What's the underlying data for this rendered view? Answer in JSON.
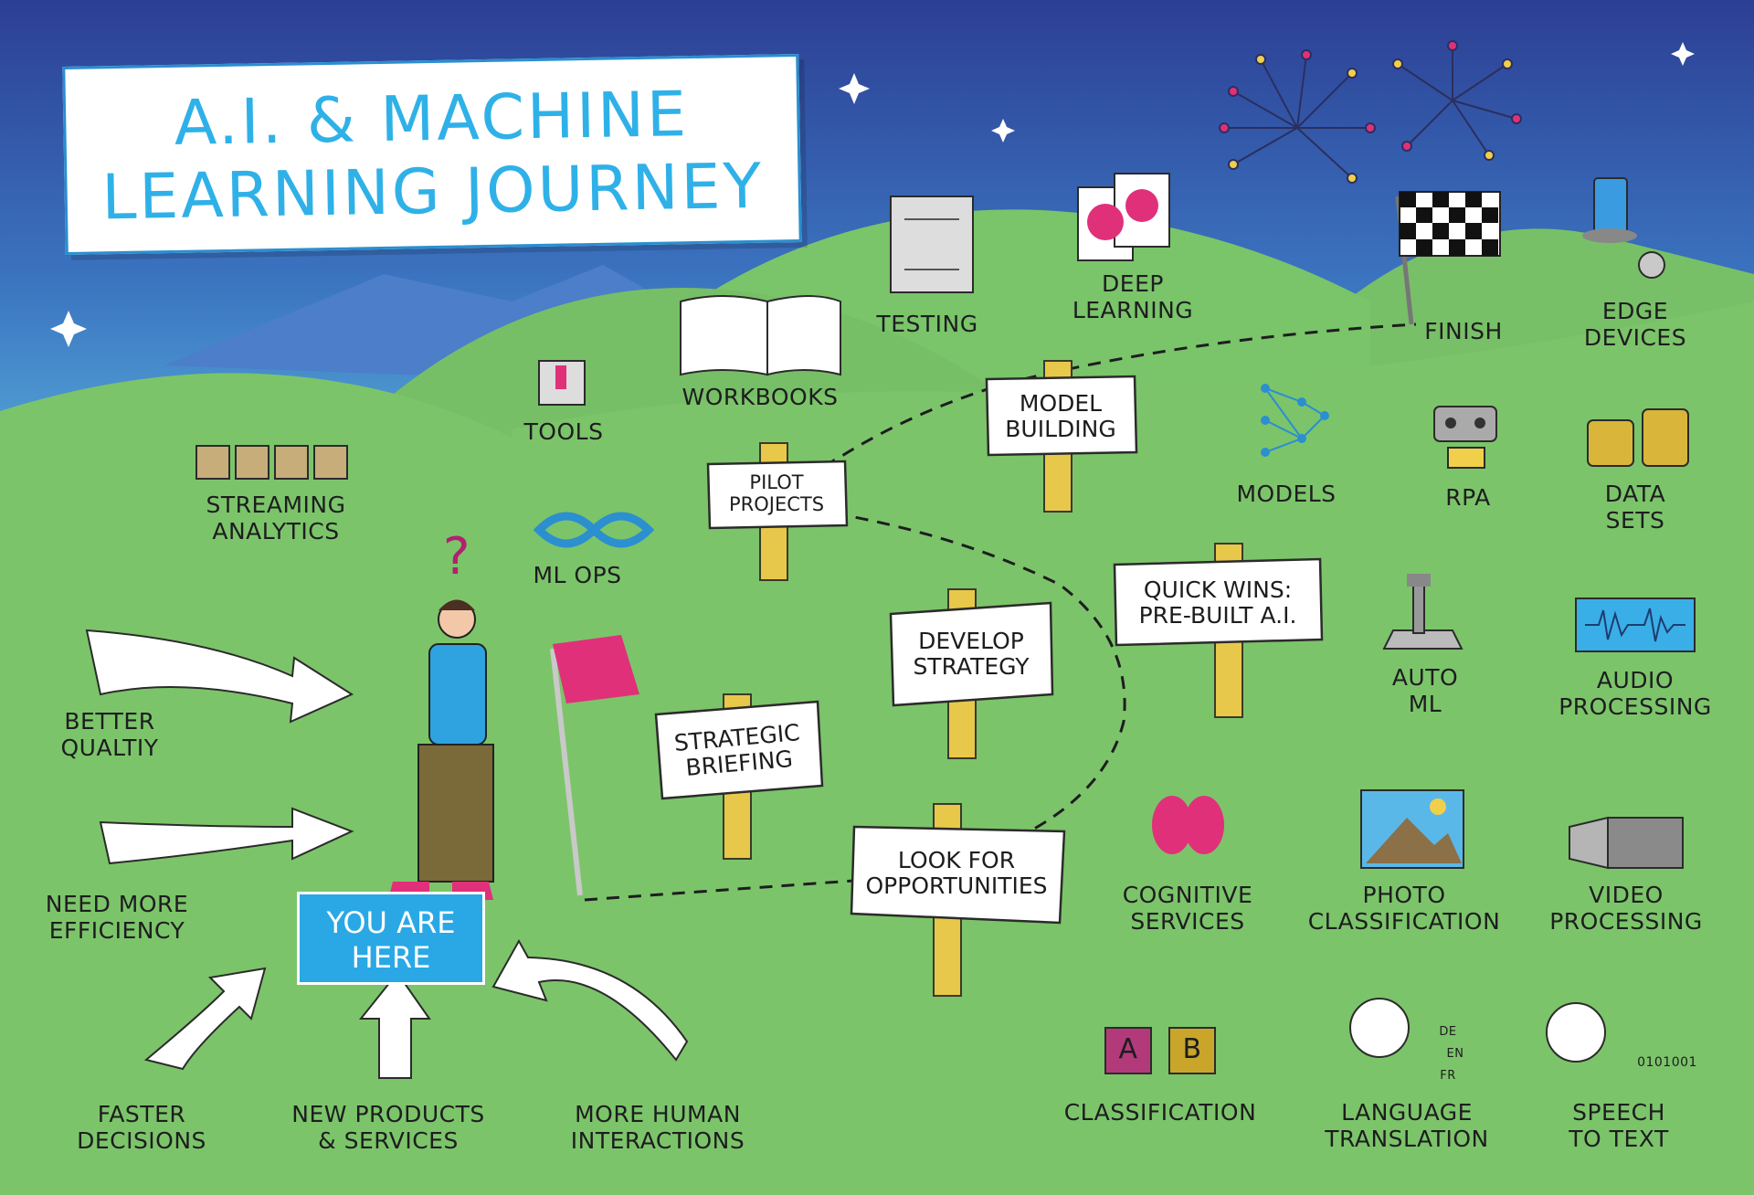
{
  "title": {
    "line1": "A.I. & MACHINE",
    "line2": "LEARNING JOURNEY"
  },
  "you_are_here": "YOU ARE\nHERE",
  "signs": {
    "strategic_briefing": "STRATEGIC\nBRIEFING",
    "develop_strategy": "DEVELOP\nSTRATEGY",
    "pilot_projects": "PILOT\nPROJECTS",
    "model_building": "MODEL\nBUILDING",
    "quick_wins": "QUICK WINS:\nPRE-BUILT A.I.",
    "look_for_opportunities": "LOOK FOR\nOPPORTUNITIES"
  },
  "drivers": {
    "better_quality": "BETTER\nQUALTIY",
    "efficiency": "NEED MORE\nEFFICIENCY",
    "faster": "FASTER\nDECISIONS",
    "new_products": "NEW PRODUCTS\n& SERVICES",
    "human": "MORE HUMAN\nINTERACTIONS"
  },
  "tools": {
    "streaming": "STREAMING\nANALYTICS",
    "tools": "TOOLS",
    "workbooks": "WORKBOOKS",
    "mlops": "ML OPS",
    "testing": "TESTING",
    "deep_learning": "DEEP\nLEARNING",
    "finish": "FINISH",
    "edge": "EDGE\nDEVICES",
    "models": "MODELS",
    "rpa": "RPA",
    "datasets": "DATA\nSETS",
    "automl": "AUTO\nML",
    "audio": "AUDIO\nPROCESSING",
    "cognitive": "COGNITIVE\nSERVICES",
    "photo": "PHOTO\nCLASSIFICATION",
    "video": "VIDEO\nPROCESSING",
    "classification": "CLASSIFICATION",
    "language": "LANGUAGE\nTRANSLATION",
    "speech": "SPEECH\nTO TEXT"
  },
  "glyphs": {
    "block_a": "A",
    "block_b": "B",
    "lang_de": "DE",
    "lang_en": "EN",
    "lang_fr": "FR",
    "binary": "0101001",
    "question": "?"
  },
  "colors": {
    "sky_top": "#2c3f94",
    "sky_bottom": "#4fa8d8",
    "hill": "#7cc46a",
    "hill_dark": "#6bb35d",
    "accent_blue": "#2fb1e8",
    "flag": "#e0307a",
    "post": "#e8c84a"
  }
}
